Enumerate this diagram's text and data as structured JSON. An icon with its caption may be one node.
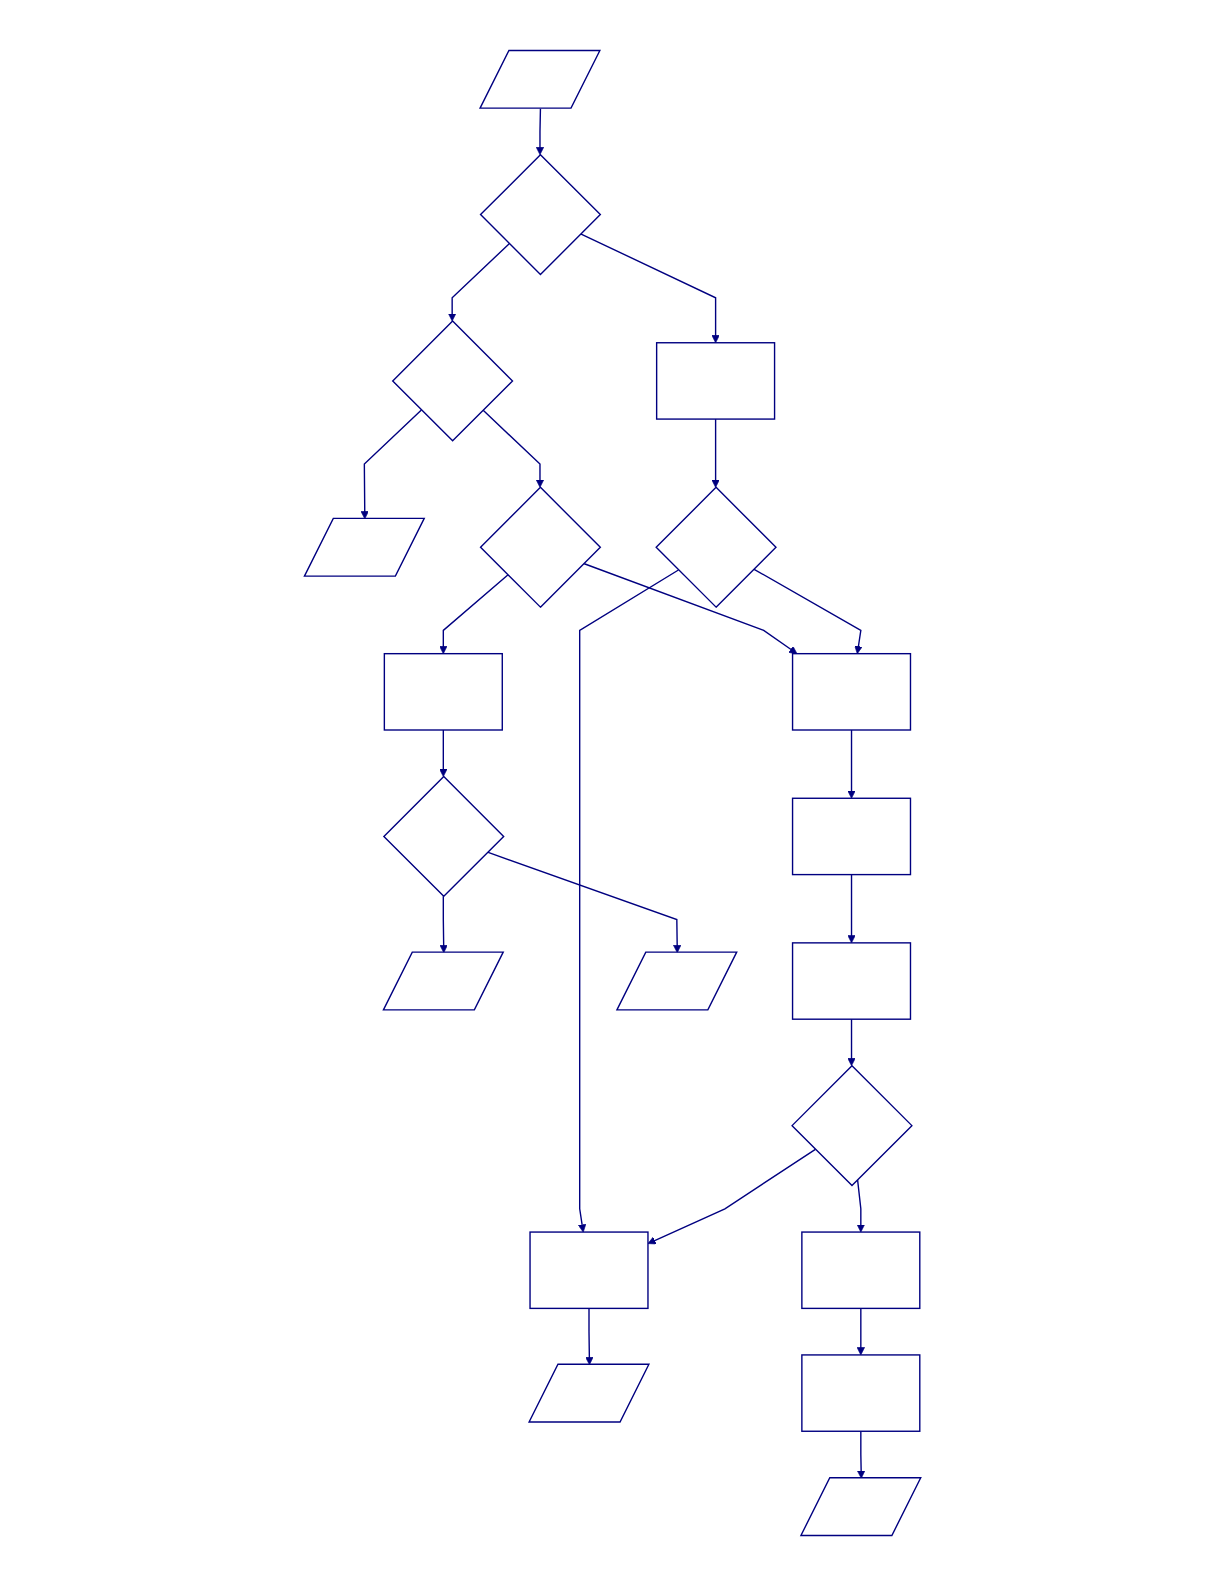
{
  "diagram": {
    "nodes": [
      {
        "text": [],
        "shape": "parallelogram"
      },
      {
        "text": [],
        "shape": "diamond"
      },
      {
        "text": [],
        "shape": "diamond"
      },
      {
        "text": [],
        "shape": "parallelogram"
      },
      {
        "text": [],
        "shape": "box"
      },
      {
        "text": [],
        "shape": "diamond"
      },
      {
        "text": [],
        "shape": "box"
      },
      {
        "text": [],
        "shape": "diamond"
      },
      {
        "text": [],
        "shape": "box"
      },
      {
        "text": [],
        "shape": "box"
      },
      {
        "text": [],
        "shape": "diamond"
      },
      {
        "text": [],
        "shape": "parallelogram"
      },
      {
        "text": [],
        "shape": "box"
      },
      {
        "text": [],
        "shape": "parallelogram"
      },
      {
        "text": [],
        "shape": "diamond"
      },
      {
        "text": [],
        "shape": "box"
      },
      {
        "text": [],
        "shape": "box"
      },
      {
        "text": [],
        "shape": "parallelogram"
      },
      {
        "text": [],
        "shape": "box"
      },
      {
        "text": [],
        "shape": "parallelogram"
      }
    ],
    "edges": [
      {
        "from": 0,
        "to": 1,
        "arrow": "to"
      },
      {
        "from": 1,
        "to": 2,
        "arrow": "to"
      },
      {
        "from": 1,
        "to": 4,
        "arrow": "to"
      },
      {
        "from": 2,
        "to": 3,
        "arrow": "to"
      },
      {
        "from": 2,
        "to": 5,
        "arrow": "to"
      },
      {
        "from": 4,
        "to": 7,
        "arrow": "to"
      },
      {
        "from": 5,
        "to": 6,
        "arrow": "to"
      },
      {
        "from": 7,
        "to": 6,
        "arrow": "to"
      },
      {
        "from": 7,
        "to": 15,
        "arrow": "to"
      },
      {
        "from": 5,
        "to": 8,
        "arrow": "to"
      },
      {
        "from": 6,
        "to": 9,
        "arrow": "to"
      },
      {
        "from": 8,
        "to": 10,
        "arrow": "to"
      },
      {
        "from": 9,
        "to": 12,
        "arrow": "to"
      },
      {
        "from": 10,
        "to": 11,
        "arrow": "to"
      },
      {
        "from": 10,
        "to": 13,
        "arrow": "to"
      },
      {
        "from": 12,
        "to": 14,
        "arrow": "to"
      },
      {
        "from": 14,
        "to": 15,
        "arrow": "to"
      },
      {
        "from": 14,
        "to": 16,
        "arrow": "to"
      },
      {
        "from": 15,
        "to": 17,
        "arrow": "to"
      },
      {
        "from": 16,
        "to": 18,
        "arrow": "to"
      },
      {
        "from": 18,
        "to": 19,
        "arrow": "to"
      }
    ]
  }
}
